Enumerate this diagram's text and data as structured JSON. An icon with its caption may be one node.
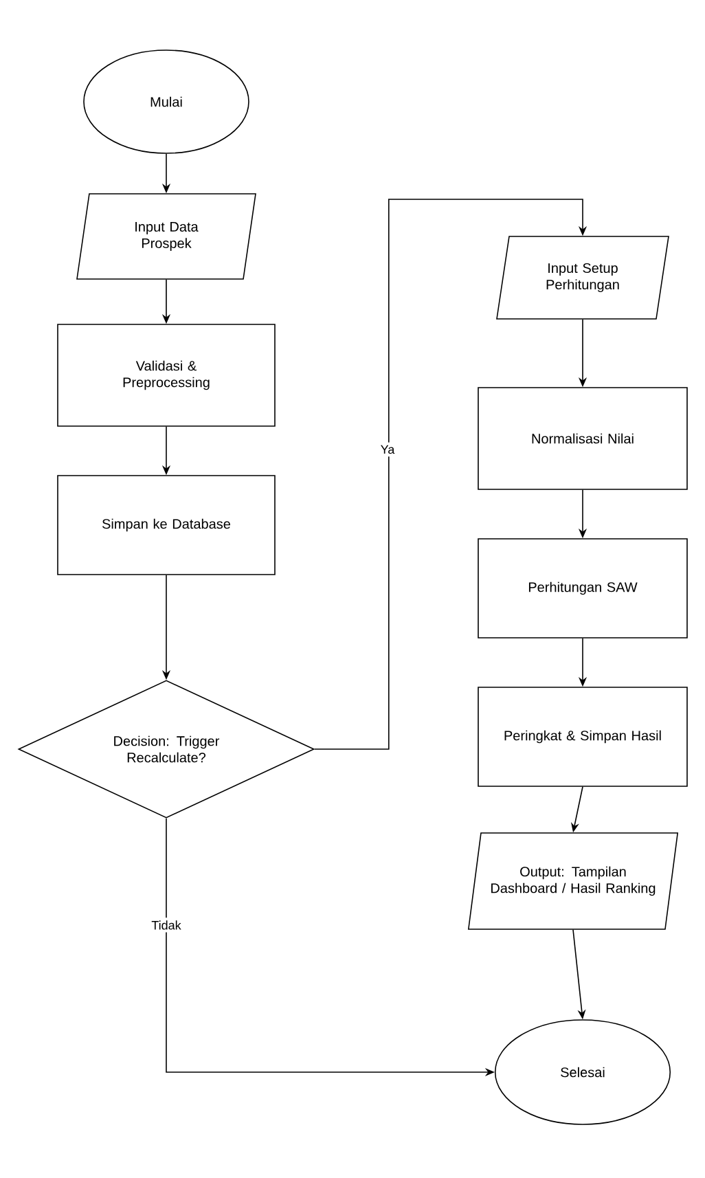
{
  "diagram": {
    "nodes": [
      {
        "text": [
          "Mulai"
        ]
      },
      {
        "text": [
          "Input Data Prospek"
        ]
      },
      {
        "text": [
          "Validasi & Preprocessing"
        ]
      },
      {
        "text": [
          "Simpan ke Database"
        ]
      },
      {
        "text": [
          "Decision: Trigger Recalculate?"
        ]
      },
      {
        "text": [
          "Input Setup Perhitungan"
        ]
      },
      {
        "text": [
          "Normalisasi Nilai"
        ]
      },
      {
        "text": [
          "Perhitungan SAW"
        ]
      },
      {
        "text": [
          "Peringkat & Simpan Hasil"
        ]
      },
      {
        "text": [
          "Output: Tampilan Dashboard / Hasil Ranking"
        ]
      },
      {
        "text": [
          "Selesai"
        ]
      }
    ],
    "edges": [
      {
        "from": 0,
        "to": 1,
        "arrow": "to"
      },
      {
        "from": 1,
        "to": 2,
        "arrow": "to"
      },
      {
        "from": 2,
        "to": 3,
        "arrow": "to"
      },
      {
        "from": 3,
        "to": 4,
        "arrow": "to"
      },
      {
        "from": 4,
        "to": 5,
        "arrow": "to",
        "label": "Ya"
      },
      {
        "from": 4,
        "to": 10,
        "arrow": "to",
        "label": "Tidak"
      },
      {
        "from": 5,
        "to": 6,
        "arrow": "to"
      },
      {
        "from": 6,
        "to": 7,
        "arrow": "to"
      },
      {
        "from": 7,
        "to": 8,
        "arrow": "to"
      },
      {
        "from": 8,
        "to": 9,
        "arrow": "to"
      },
      {
        "from": 9,
        "to": 10,
        "arrow": "to"
      }
    ]
  }
}
